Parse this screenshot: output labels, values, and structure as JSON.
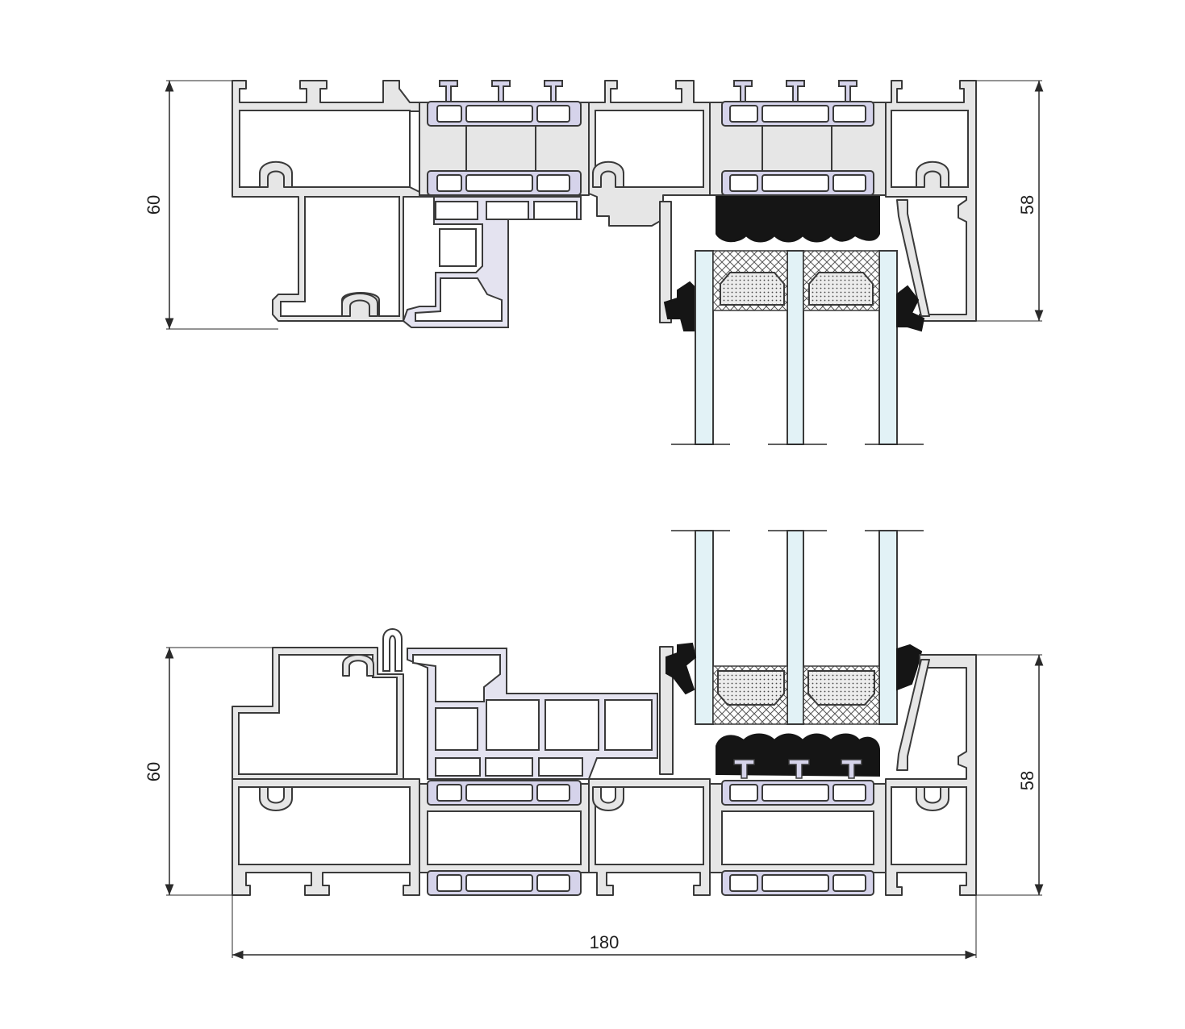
{
  "dimensions": {
    "top_height_left": "60",
    "top_height_right": "58",
    "bottom_height_left": "60",
    "bottom_height_right": "58",
    "total_width": "180"
  },
  "colors": {
    "aluminium": "#e6e6e6",
    "thermal_break": "#d5d3ea",
    "glass": "#e2f2f6",
    "gasket": "#151515",
    "outline": "#3a3a3a"
  }
}
